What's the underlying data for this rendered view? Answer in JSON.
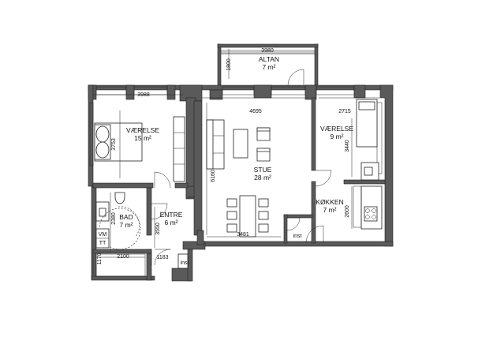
{
  "rooms": {
    "altan": {
      "name": "ALTAN",
      "area": "7 m²"
    },
    "vaerelse_left": {
      "name": "VÆRELSE",
      "area": "15 m²"
    },
    "stue": {
      "name": "STUE",
      "area": "28 m²"
    },
    "vaerelse_right": {
      "name": "VÆRELSE",
      "area": "9 m²"
    },
    "koekken": {
      "name": "KØKKEN",
      "area": "7 m²"
    },
    "entre": {
      "name": "ENTRE",
      "area": "6 m²"
    },
    "bad": {
      "name": "BAD",
      "area": "7 m²"
    }
  },
  "dimensions": {
    "altan_width": "3980",
    "altan_depth": "1800",
    "vaerelse_left_width": "3988",
    "vaerelse_left_depth": "3753",
    "stue_width": "4695",
    "stue_depth": "6160",
    "stue_bottom": "3481",
    "vaerelse_right_width": "2715",
    "vaerelse_right_depth": "3440",
    "koekken_depth": "2600",
    "entre_depth": "3550",
    "bad_depth": "2380",
    "bad_width": "2100",
    "bad_bottom": "1170",
    "entre_bottom": "1183"
  },
  "labels": {
    "inst_stue": "inst",
    "inst_entre": "inst",
    "vm": "VM",
    "tt": "TT"
  }
}
